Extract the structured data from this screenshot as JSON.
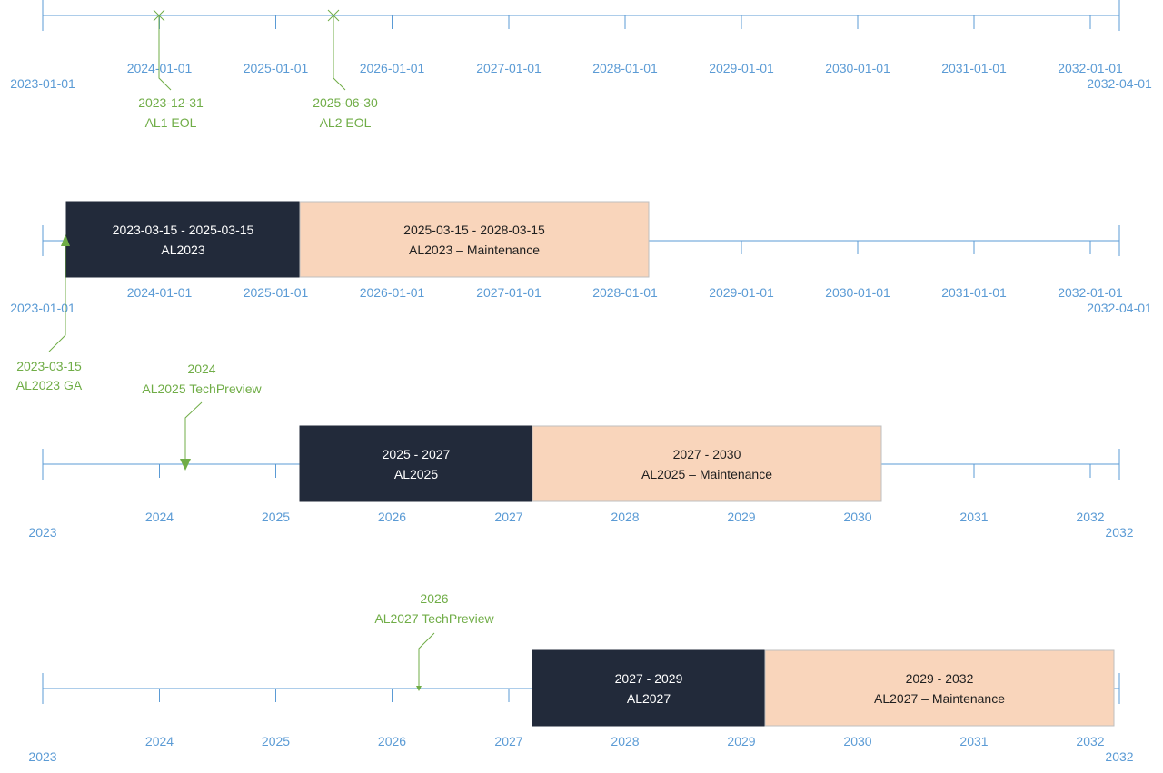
{
  "colors": {
    "axis": "#5b9bd5",
    "milestone": "#70ad47",
    "active_bar": "#222a3a",
    "maintenance_bar": "#f9d5bb"
  },
  "timelines": [
    {
      "id": "al1-al2",
      "start_label": "2023-01-01",
      "end_label": "2032-04-01",
      "ticks": [
        "2024-01-01",
        "2025-01-01",
        "2026-01-01",
        "2027-01-01",
        "2028-01-01",
        "2029-01-01",
        "2030-01-01",
        "2031-01-01",
        "2032-01-01"
      ],
      "phases": [],
      "milestones": [
        {
          "date": "2023-12-31",
          "label": "AL1 EOL",
          "marker": "x-icon"
        },
        {
          "date": "2025-06-30",
          "label": "AL2 EOL",
          "marker": "x-icon"
        }
      ]
    },
    {
      "id": "al2023",
      "start_label": "2023-01-01",
      "end_label": "2032-04-01",
      "ticks": [
        "2024-01-01",
        "2025-01-01",
        "2026-01-01",
        "2027-01-01",
        "2028-01-01",
        "2029-01-01",
        "2030-01-01",
        "2031-01-01",
        "2032-01-01"
      ],
      "phases": [
        {
          "range": "2023-03-15 - 2025-03-15",
          "name": "AL2023",
          "kind": "active"
        },
        {
          "range": "2025-03-15 - 2028-03-15",
          "name": "AL2023 – Maintenance",
          "kind": "maintenance"
        }
      ],
      "milestones": [
        {
          "date": "2023-03-15",
          "label": "AL2023 GA",
          "marker": "arrow-up-icon"
        }
      ]
    },
    {
      "id": "al2025",
      "start_label": "2023",
      "end_label": "2032",
      "ticks": [
        "2024",
        "2025",
        "2026",
        "2027",
        "2028",
        "2029",
        "2030",
        "2031",
        "2032"
      ],
      "phases": [
        {
          "range": "2025 - 2027",
          "name": "AL2025",
          "kind": "active"
        },
        {
          "range": "2027 - 2030",
          "name": "AL2025 – Maintenance",
          "kind": "maintenance"
        }
      ],
      "milestones": [
        {
          "date": "2024",
          "label": "AL2025 TechPreview",
          "marker": "arrow-down-icon"
        }
      ]
    },
    {
      "id": "al2027",
      "start_label": "2023",
      "end_label": "2032",
      "ticks": [
        "2024",
        "2025",
        "2026",
        "2027",
        "2028",
        "2029",
        "2030",
        "2031",
        "2032"
      ],
      "phases": [
        {
          "range": "2027 - 2029",
          "name": "AL2027",
          "kind": "active"
        },
        {
          "range": "2029 - 2032",
          "name": "AL2027 – Maintenance",
          "kind": "maintenance"
        }
      ],
      "milestones": [
        {
          "date": "2026",
          "label": "AL2027 TechPreview",
          "marker": "arrow-down-icon"
        }
      ]
    }
  ]
}
